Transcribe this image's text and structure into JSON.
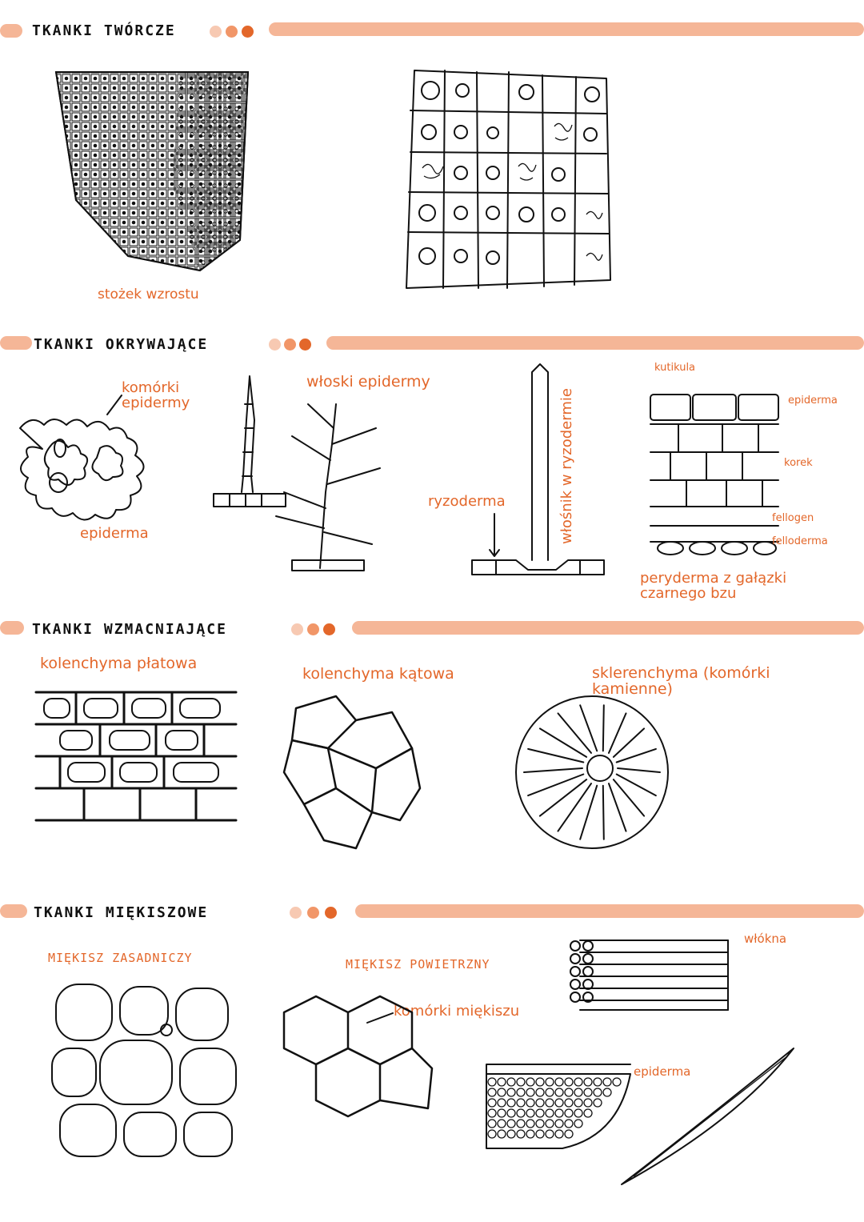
{
  "colors": {
    "accent": "#e3672a",
    "bar": "#f5b697",
    "dot_light": "#f7c9b2",
    "dot_mid": "#f19668",
    "dot_dark": "#e3672a",
    "ink": "#111111"
  },
  "sections": {
    "tworcze": {
      "title": "TKANKI TWÓRCZE",
      "labels": {
        "stozek": "stożek wzrostu"
      }
    },
    "okrywajace": {
      "title": "TKANKI OKRYWAJĄCE",
      "labels": {
        "komorki_epidermy": "komórki epidermy",
        "epiderma": "epiderma",
        "wloski_epidermy": "włoski epidermy",
        "ryzoderma": "ryzoderma",
        "wlosnik": "włośnik w ryzodermie",
        "kutikula": "kutikula",
        "epiderma_right": "epiderma",
        "korek": "korek",
        "fellogen": "fellogen",
        "felloderma": "felloderma",
        "peryderma": "peryderma z gałązki czarnego bzu"
      }
    },
    "wzmacniajace": {
      "title": "TKANKI WZMACNIAJĄCE",
      "labels": {
        "kolenchyma_plat": "kolenchyma płatowa",
        "kolenchyma_kat": "kolenchyma kątowa",
        "sklerenchyma": "sklerenchyma (komórki kamienne)"
      }
    },
    "miekiszowe": {
      "title": "TKANKI MIĘKISZOWE",
      "labels": {
        "zasadniczy": "MIĘKISZ ZASADNICZY",
        "powietrzny": "MIĘKISZ POWIETRZNY",
        "komorki_miekiszu": "komórki miękiszu",
        "wlokna": "włókna",
        "epiderma": "epiderma"
      }
    }
  }
}
